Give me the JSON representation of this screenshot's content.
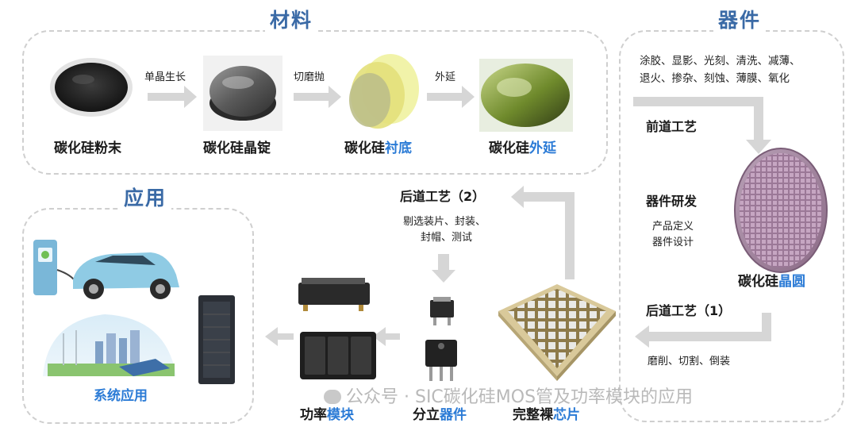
{
  "sections": {
    "materials": "材料",
    "devices": "器件",
    "application": "应用"
  },
  "materials": {
    "step1": "单晶生长",
    "step2": "切磨抛",
    "step3": "外延",
    "powder": "碳化硅粉末",
    "ingot": "碳化硅晶锭",
    "substrate_prefix": "碳化硅",
    "substrate_suffix": "衬底",
    "epi_prefix": "碳化硅",
    "epi_suffix": "外延"
  },
  "devices": {
    "front_steps_line1": "涂胶、显影、光刻、清洗、减薄、",
    "front_steps_line2": "退火、掺杂、刻蚀、薄膜、氧化",
    "front_process": "前道工艺",
    "rnd": "器件研发",
    "rnd_line1": "产品定义",
    "rnd_line2": "器件设计",
    "wafer_prefix": "碳化硅",
    "wafer_suffix": "晶圆",
    "back_process_1": "后道工艺（1）",
    "back_steps_1": "磨削、切割、倒装"
  },
  "packaging": {
    "back_process_2": "后道工艺（2）",
    "back_steps_2_line1": "剔选装片、封装、",
    "back_steps_2_line2": "封帽、测试",
    "bare_die_prefix": "完整裸",
    "bare_die_suffix": "芯片",
    "discrete_prefix": "分立",
    "discrete_suffix": "器件",
    "module_prefix": "功率",
    "module_suffix": "模块"
  },
  "application": {
    "system": "系统应用"
  },
  "watermark": "公众号 · SIC碳化硅MOS管及功率模块的应用",
  "colors": {
    "accent_blue": "#2b7bd6",
    "title_blue": "#3a6aa6",
    "arrow_gray": "#d6d6d6",
    "dash_gray": "#cfcfcf"
  }
}
